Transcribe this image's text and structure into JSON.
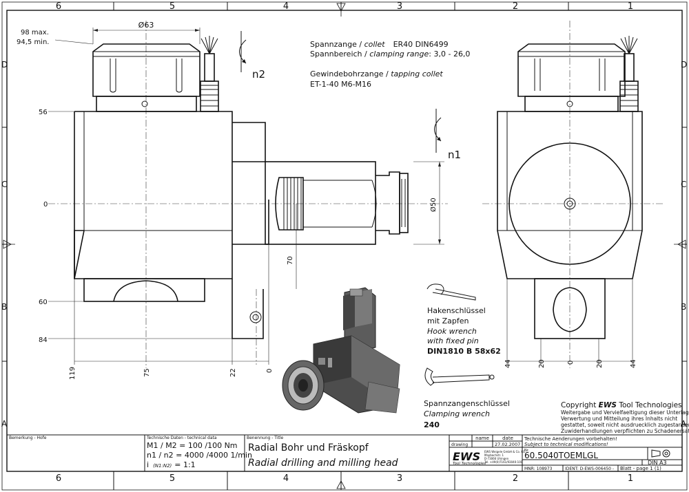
{
  "frame": {
    "columns_top": [
      "6",
      "5",
      "4",
      "3",
      "2",
      "1"
    ],
    "columns_bottom": [
      "6",
      "5",
      "4",
      "3",
      "2",
      "1"
    ],
    "rows_left": [
      "D",
      "C",
      "B",
      "A"
    ],
    "rows_right": [
      "D",
      "C",
      "B",
      "A"
    ]
  },
  "dimensions": {
    "dia63": "Ø63",
    "max98": "98 max.",
    "min945": "94,5 min.",
    "v56": "56",
    "v0": "0",
    "v60": "60",
    "v84": "84",
    "v70": "70",
    "dia50": "Ø50",
    "b119": "119",
    "b75": "75",
    "b22": "22",
    "b0": "0",
    "r44a": "44",
    "r20a": "20",
    "r0": "0",
    "r20b": "20",
    "r44b": "44"
  },
  "rotation": {
    "n2": "n2",
    "n1": "n1"
  },
  "notes": {
    "collet_line1_de": "Spannzange / ",
    "collet_line1_en": "collet",
    "collet_line1_spec": "ER40   DIN6499",
    "range_de": "Spannbereich / ",
    "range_en": "clamping range",
    "range_val": ": 3,0 - 26,0",
    "tapping_de": "Gewindebohrzange / ",
    "tapping_en": "tapping collet",
    "tapping_val": "ET-1-40   M6-M16"
  },
  "wrench": {
    "hook_de1": "Hakenschlüssel",
    "hook_de2": "mit Zapfen",
    "hook_en1": "Hook wrench",
    "hook_en2": "with fixed pin",
    "hook_spec": "DIN1810 B 58x62",
    "clamp_de": "Spannzangenschlüssel",
    "clamp_en": "Clamping wrench",
    "clamp_spec": "240"
  },
  "copyright": {
    "title_prefix": "Copyright ",
    "title_brand": "EWS",
    "title_rest": " Tool Technologies",
    "l1": "Weitergabe und Vervielfaeltigung dieser Unterlage,",
    "l2": "Verwertung und Mitteilung ihres Inhalts nicht",
    "l3": "gestattet, soweit nicht ausdruecklich zugestanden.",
    "l4": "Zuwiderhandlungen verpflichten zu Schadenersatz."
  },
  "title_block": {
    "remarks_label": "Bemerkung - Hofe",
    "tech_label": "Technische Daten - technical data",
    "torque": "M1 / M2 = 100 /100 Nm",
    "speed": "n1 / n2 = 4000 /4000  1/min",
    "ratio_i": "i",
    "ratio_mid": "(N1:N2)",
    "ratio_val": "= 1:1",
    "name_label": "Benennung - Title",
    "title_de": "Radial Bohr und Fräskopf",
    "title_en": "Radial drilling and milling head",
    "col_name": "name",
    "col_date": "date",
    "row_drawing": "drawing",
    "drawing_date": "27.02.2007",
    "logo": "EWS",
    "logo_sub": "Tool Technologies",
    "company_l1": "EWS Weigele GmbH & Co. KG",
    "company_l2": "Maybachstr. 1",
    "company_l3": "D-73066 Uhingen",
    "company_l4": "Tel. +49(0)7161/93040-100",
    "mod_de": "Technische Aenderungen vorbehalten!",
    "mod_en": "Subject to technical modifications!",
    "nr_label": "Nr.",
    "part_no": "60.5040TOEMLGL",
    "din": "DIN A3",
    "mnr": "MNR: 108973",
    "ident": "IDENT: D-EWS-006450 -",
    "sheet": "Blatt - page  1 (1)"
  }
}
